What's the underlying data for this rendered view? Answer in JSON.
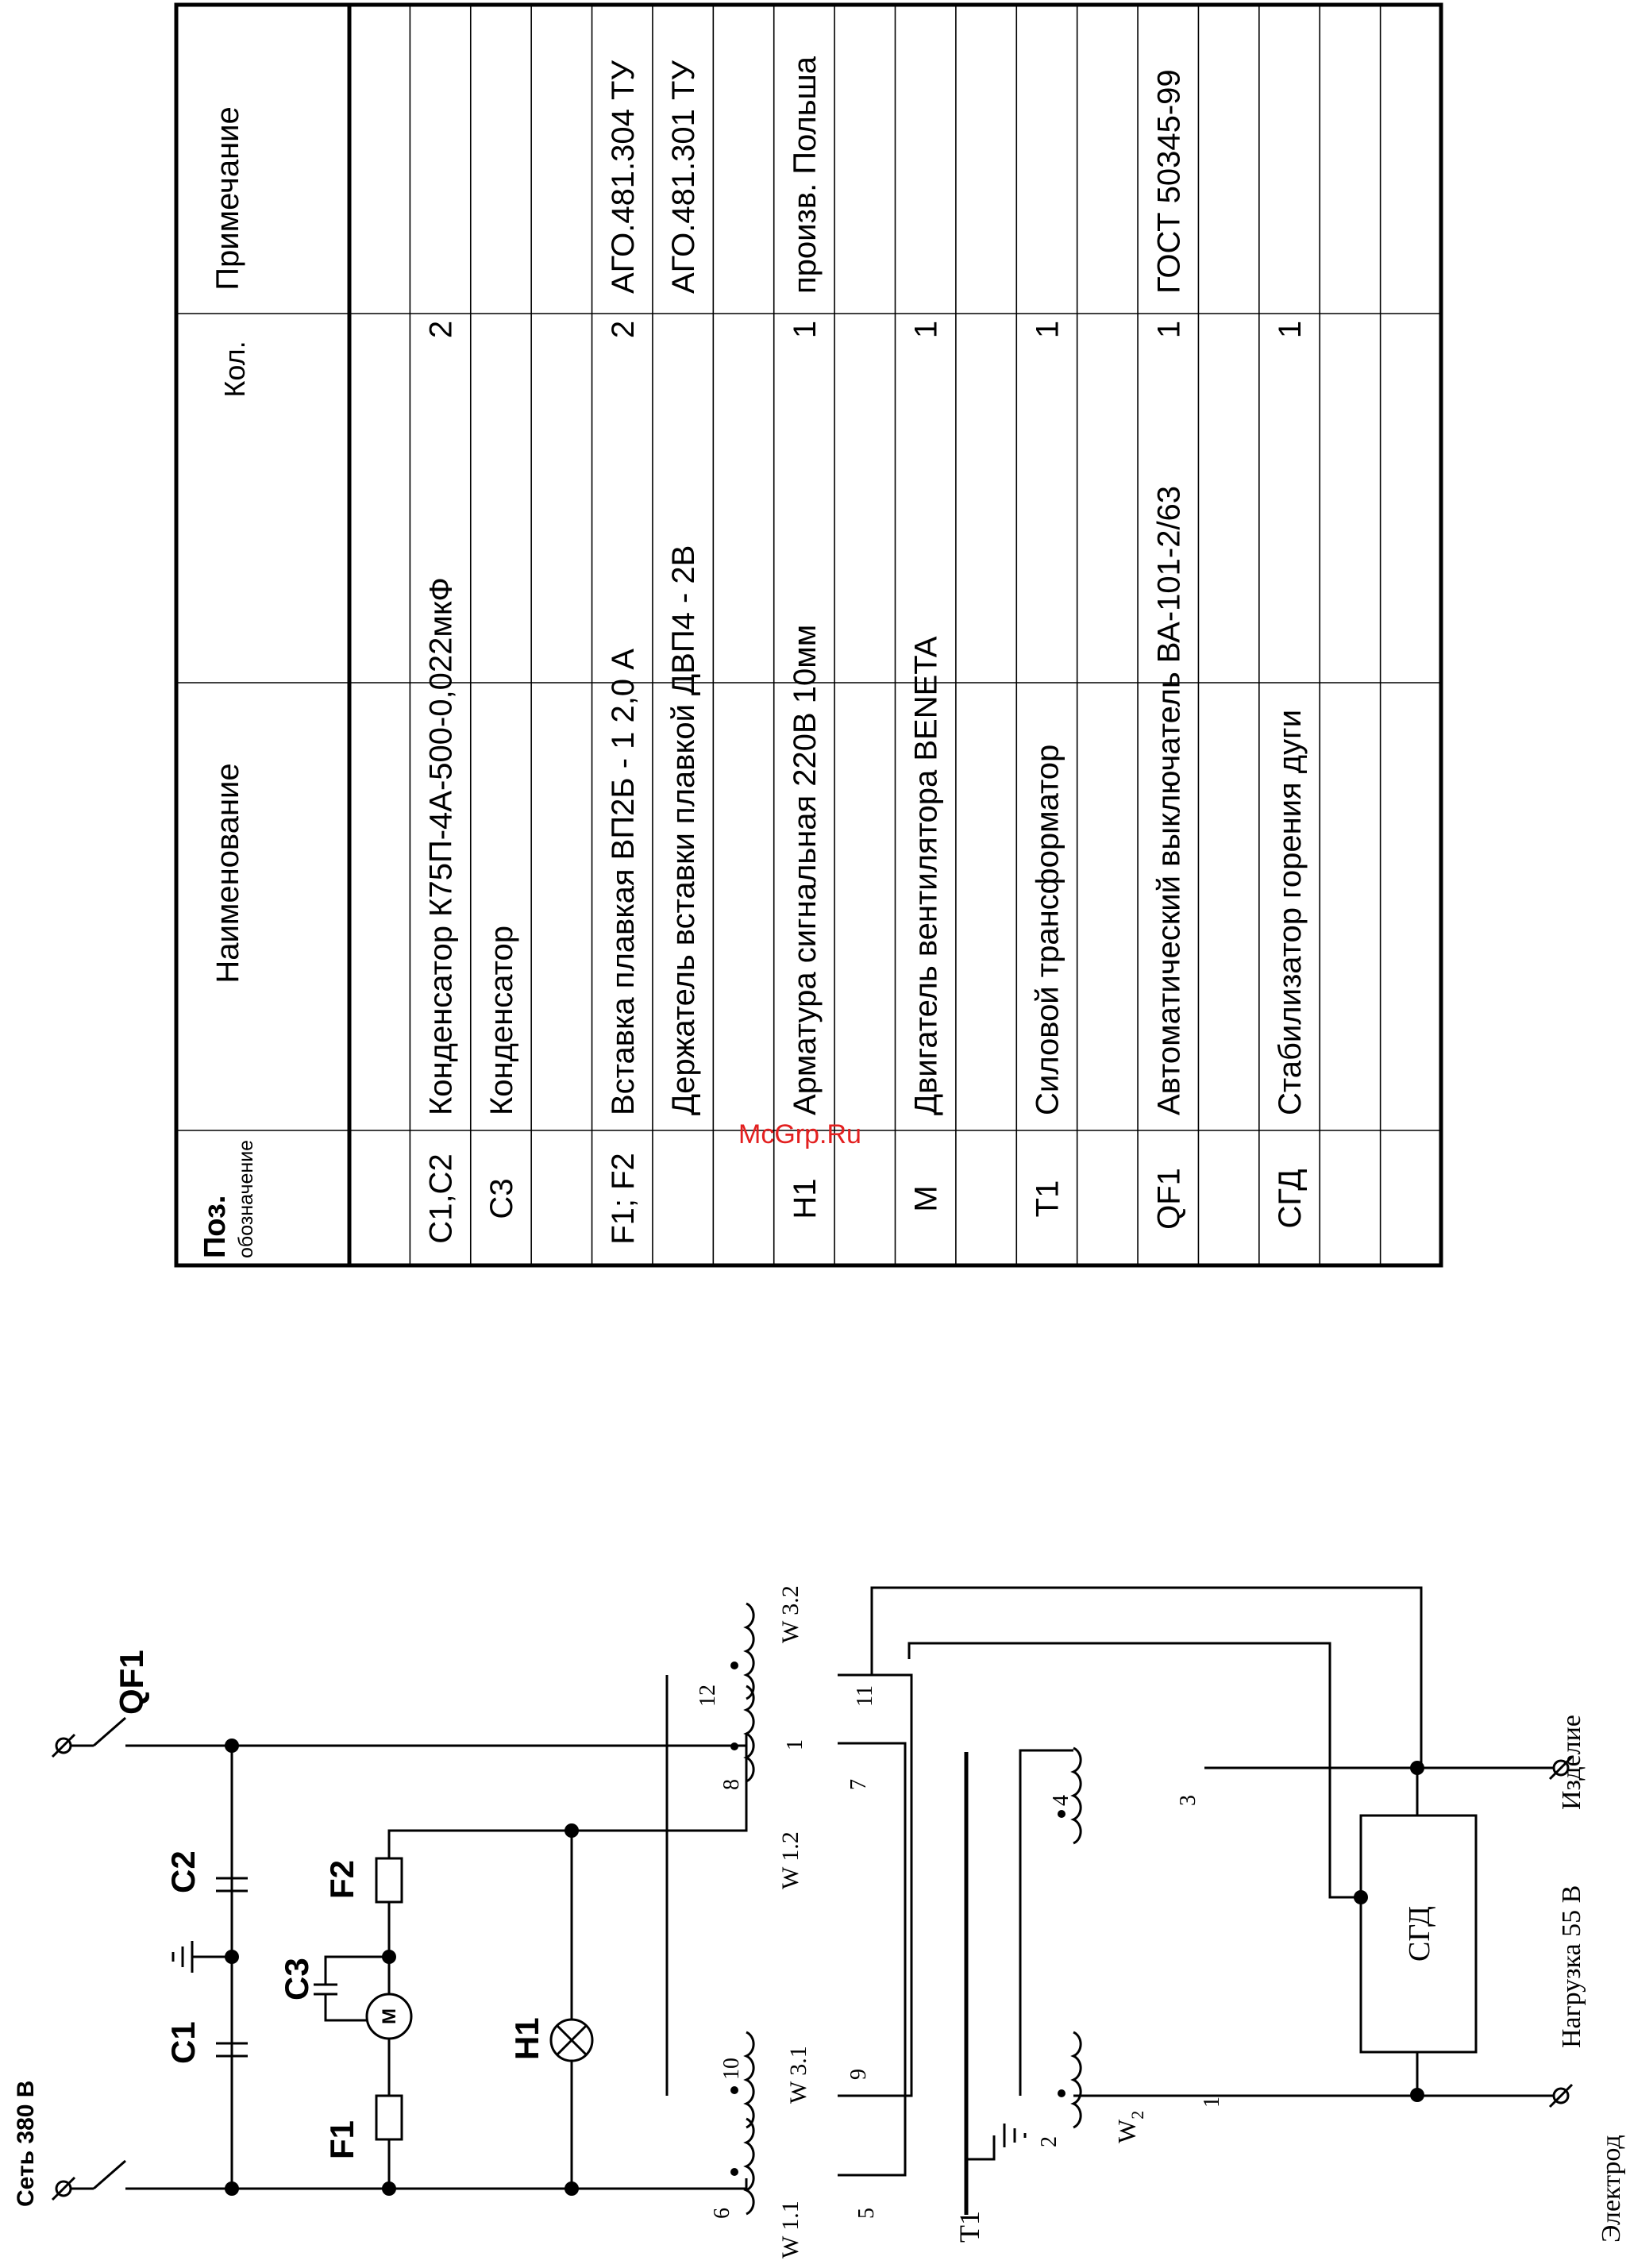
{
  "watermark": "McGrp.Ru",
  "schematic": {
    "network_label": "Сеть 380 В",
    "components": {
      "QF1": "QF1",
      "C1": "C1",
      "C2": "C2",
      "C3": "C3",
      "F1": "F1",
      "F2": "F2",
      "H1": "H1",
      "M": "M",
      "T1": "T1",
      "SGD": "СГД"
    },
    "windings": {
      "w11": "W 1.1",
      "w12": "W 1.2",
      "w31": "W 3.1",
      "w32": "W 3.2",
      "w2": "W",
      "w2_sub": "2"
    },
    "terminals": [
      "6",
      "5",
      "10",
      "9",
      "8",
      "7",
      "1",
      "12",
      "11",
      "4",
      "3",
      "2",
      "1"
    ],
    "outputs": {
      "load": "Нагрузка 55 В",
      "product": "Изделие",
      "electrode": "Электрод"
    }
  },
  "parts_table": {
    "headers": {
      "pos": "Поз.",
      "pos_sub": "обозначение",
      "name": "Наименование",
      "qty": "Кол.",
      "note": "Примечание"
    },
    "rows": [
      {
        "pos": "",
        "name": "",
        "qty": "",
        "note": ""
      },
      {
        "pos": "C1,C2",
        "name": "Конденсатор К75П-4А-500-0,022мкФ",
        "qty": "2",
        "note": ""
      },
      {
        "pos": "C3",
        "name": "Конденсатор",
        "qty": "",
        "note": ""
      },
      {
        "pos": "",
        "name": "",
        "qty": "",
        "note": ""
      },
      {
        "pos": "F1; F2",
        "name": "Вставка плавкая  ВП2Б - 1   2,0 А",
        "qty": "2",
        "note": "АГО.481.304 ТУ"
      },
      {
        "pos": "",
        "name": "Держатель вставки плавкой ДВП4 - 2В",
        "qty": "",
        "note": "АГО.481.301 ТУ"
      },
      {
        "pos": "",
        "name": "",
        "qty": "",
        "note": ""
      },
      {
        "pos": "H1",
        "name": "Арматура сигнальная   220В     10мм",
        "qty": "1",
        "note": "произв. Польша"
      },
      {
        "pos": "",
        "name": "",
        "qty": "",
        "note": ""
      },
      {
        "pos": "M",
        "name": "Двигатель  вентилятора  BENETA",
        "qty": "1",
        "note": ""
      },
      {
        "pos": "",
        "name": "",
        "qty": "",
        "note": ""
      },
      {
        "pos": "T1",
        "name": "Силовой трансформатор",
        "qty": "1",
        "note": ""
      },
      {
        "pos": "",
        "name": "",
        "qty": "",
        "note": ""
      },
      {
        "pos": "QF1",
        "name": "Автоматический выключатель ВА-101-2/63",
        "qty": "1",
        "note": "ГОСТ   50345-99"
      },
      {
        "pos": "",
        "name": "",
        "qty": "",
        "note": ""
      },
      {
        "pos": "СГД",
        "name": "Стабилизатор горения дуги",
        "qty": "1",
        "note": ""
      },
      {
        "pos": "",
        "name": "",
        "qty": "",
        "note": ""
      },
      {
        "pos": "",
        "name": "",
        "qty": "",
        "note": ""
      }
    ]
  }
}
